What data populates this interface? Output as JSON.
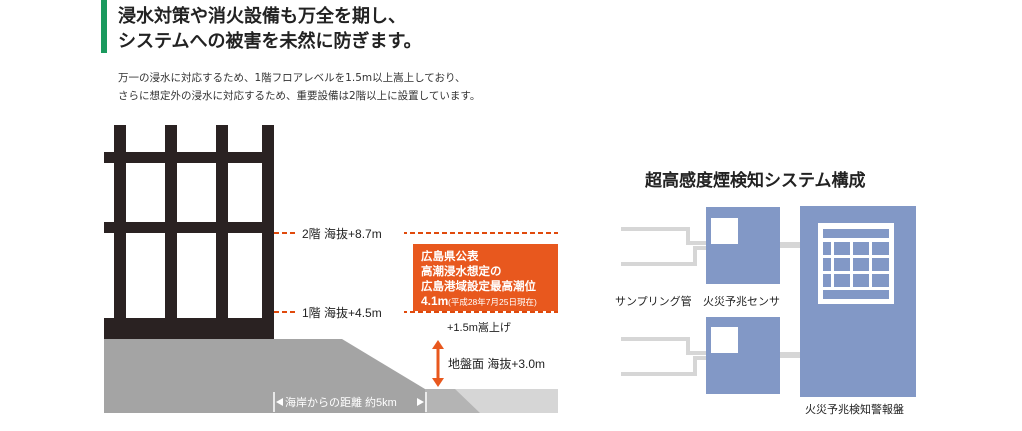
{
  "heading": {
    "line1": "浸水対策や消火設備も万全を期し、",
    "line2": "システムへの被害を未然に防ぎます。"
  },
  "description": {
    "line1": "万一の浸水に対応するため、1階フロアレベルを1.5m以上嵩上しており、",
    "line2": "さらに想定外の浸水に対応するため、重要設備は2階以上に設置しています。"
  },
  "flood_diagram": {
    "floor2_label": "2階 海抜+8.7m",
    "floor1_label": "1階 海抜+4.5m",
    "raise_label": "+1.5m嵩上げ",
    "ground_label": "地盤面 海抜+3.0m",
    "distance_label": "海岸からの距離 約5km",
    "notice": {
      "line1": "広島県公表",
      "line2": "高潮浸水想定の",
      "line3": "広島港域設定最高潮位",
      "line4_value": "4.1m",
      "line4_note": "(平成28年7月25日現在)"
    }
  },
  "system": {
    "title": "超高感度煙検知システム構成",
    "pipe_label": "サンプリング管",
    "sensor_label": "火災予兆センサ",
    "panel_label": "火災予兆検知警報盤"
  },
  "colors": {
    "accent": "#1a9a5e",
    "building": "#2a2222",
    "water_line": "#e04a0c",
    "notice_bg": "#e8581e",
    "ground": "#a4a4a4",
    "ground_light": "#d6d6d6",
    "device": "#8298c6",
    "pipe": "#d6d6d6"
  }
}
